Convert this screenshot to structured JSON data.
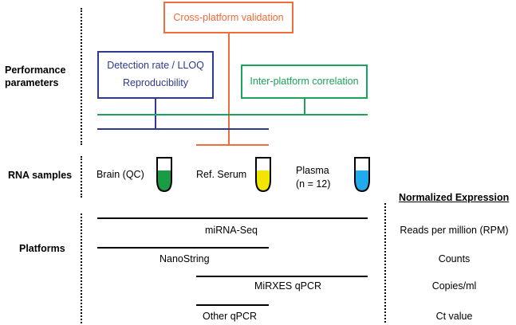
{
  "sections": {
    "performance_label": [
      "Performance",
      "parameters"
    ],
    "rna_label": "RNA samples",
    "platforms_label": "Platforms"
  },
  "top_box": {
    "label": "Cross-platform validation",
    "color": "#f26b3a"
  },
  "left_box": {
    "line1": "Detection rate / LLOQ",
    "line2": "Reproducibility",
    "color": "#2e3a8c"
  },
  "right_box": {
    "label": "Inter-platform correlation",
    "color": "#1aa35a"
  },
  "samples": [
    {
      "name": "Brain (QC)",
      "tube_color": "#1a9b45",
      "tube_icon": "green-tube-icon"
    },
    {
      "name": "Ref. Serum",
      "tube_color": "#f2e600",
      "tube_icon": "yellow-tube-icon"
    },
    {
      "name_lines": [
        "Plasma",
        "(n = 12)"
      ],
      "tube_color": "#22aaee",
      "tube_icon": "blue-tube-icon"
    }
  ],
  "normalized_header": "Normalized Expression",
  "platforms": [
    {
      "name": "miRNA-Seq",
      "unit": "Reads per million (RPM)"
    },
    {
      "name": "NanoString",
      "unit": "Counts"
    },
    {
      "name": "MiRXES qPCR",
      "unit": "Copies/ml"
    },
    {
      "name": "Other qPCR",
      "unit": "Ct value"
    }
  ]
}
